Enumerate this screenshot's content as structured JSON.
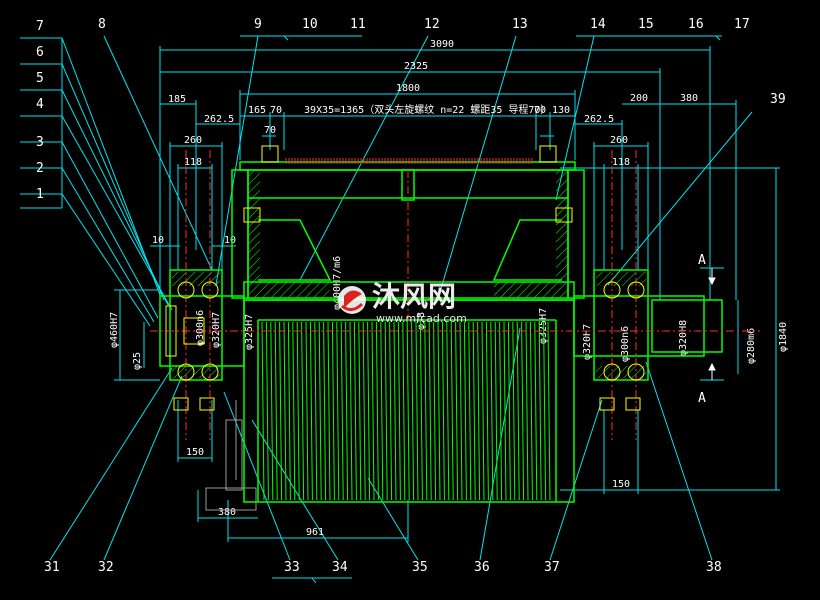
{
  "balloons": {
    "b7": "7",
    "b6": "6",
    "b5": "5",
    "b4": "4",
    "b3": "3",
    "b2": "2",
    "b1": "1",
    "b8": "8",
    "b9": "9",
    "b10": "10",
    "b11": "11",
    "b12": "12",
    "b13": "13",
    "b14": "14",
    "b15": "15",
    "b16": "16",
    "b17": "17",
    "b39": "39",
    "b31": "31",
    "b32": "32",
    "b33": "33",
    "b34": "34",
    "b35": "35",
    "b36": "36",
    "b37": "37",
    "b38": "38"
  },
  "dims": {
    "d3090": "3090",
    "d2325": "2325",
    "d1800": "1800",
    "d185": "185",
    "d262l": "262.5",
    "d165": "165",
    "d70a": "70",
    "d70b": "70",
    "dgroove": "39X35=1365（双头左旋螺纹 n=22 螺距35 导程70）",
    "d70c": "70",
    "d130": "130",
    "d262r": "262.5",
    "d200": "200",
    "d380": "380",
    "d260l": "260",
    "d118l": "118",
    "d260r": "260",
    "d118r": "118",
    "d10a": "10",
    "d10b": "10",
    "d150l": "150",
    "d150r": "150",
    "d380b": "380",
    "d961": "961"
  },
  "vdims": {
    "v460": "φ460H7",
    "v25": "φ25",
    "v300a": "φ300n6",
    "v320a": "φ320H7",
    "v325a": "φ325H7",
    "v38": "φ38",
    "v400": "φ400H7/m6",
    "v325b": "φ325H7",
    "v320b": "φ320H7",
    "v300b": "φ300n6",
    "v320c": "φ320H8",
    "v280": "φ280m6",
    "v1840": "φ1840"
  },
  "section": {
    "a_top": "A",
    "a_bottom": "A"
  },
  "watermark": {
    "brand": "沐风网",
    "url": "www.mfcad.com"
  },
  "colors": {
    "outline": "#00ff00",
    "dim": "#00e5ee",
    "red": "#ff2a2a",
    "yellow": "#ffff00",
    "text": "#ffffff",
    "gray": "#808080"
  }
}
